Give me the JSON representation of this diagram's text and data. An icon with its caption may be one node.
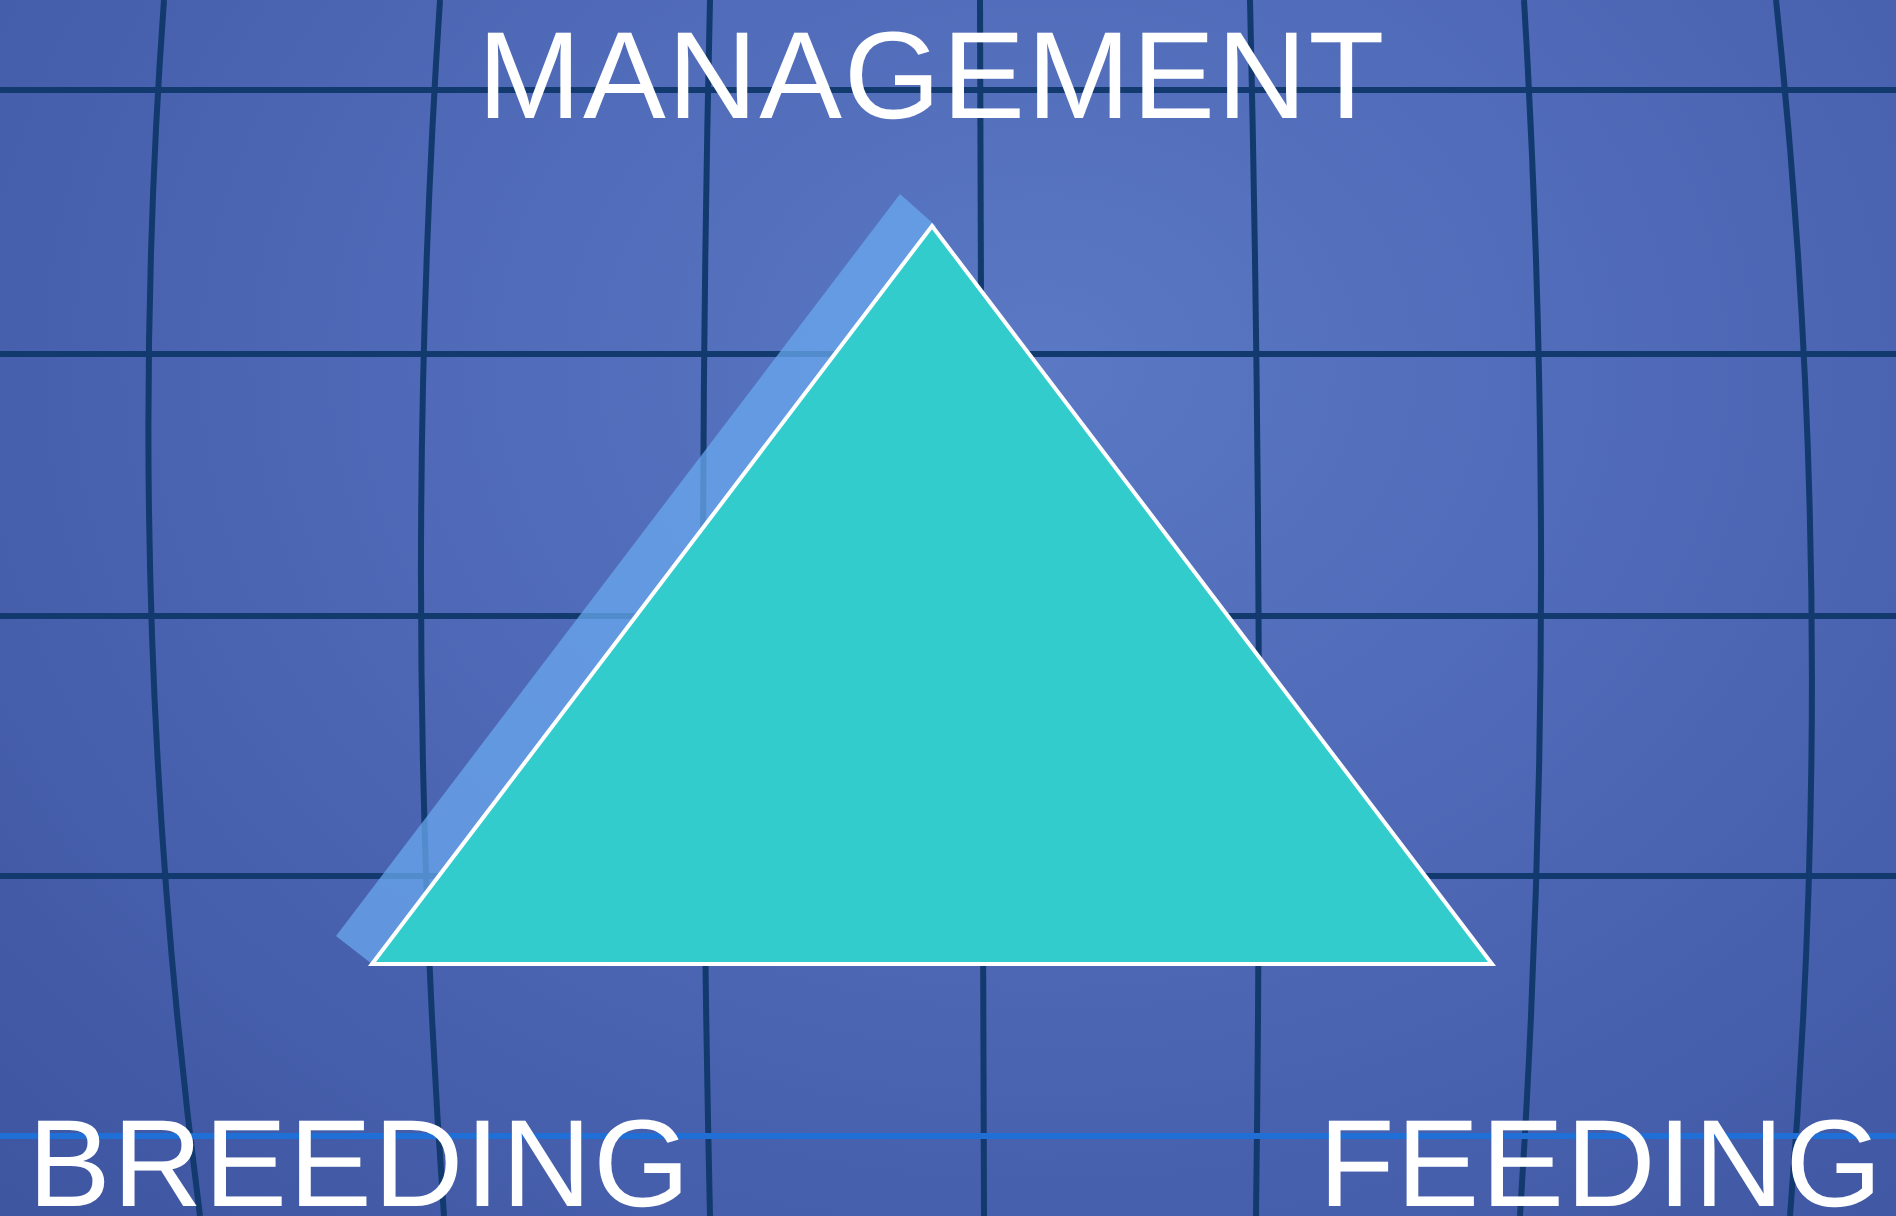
{
  "diagram": {
    "labels": [
      "MANAGEMENT",
      "BREEDING",
      "FEEDING"
    ]
  }
}
